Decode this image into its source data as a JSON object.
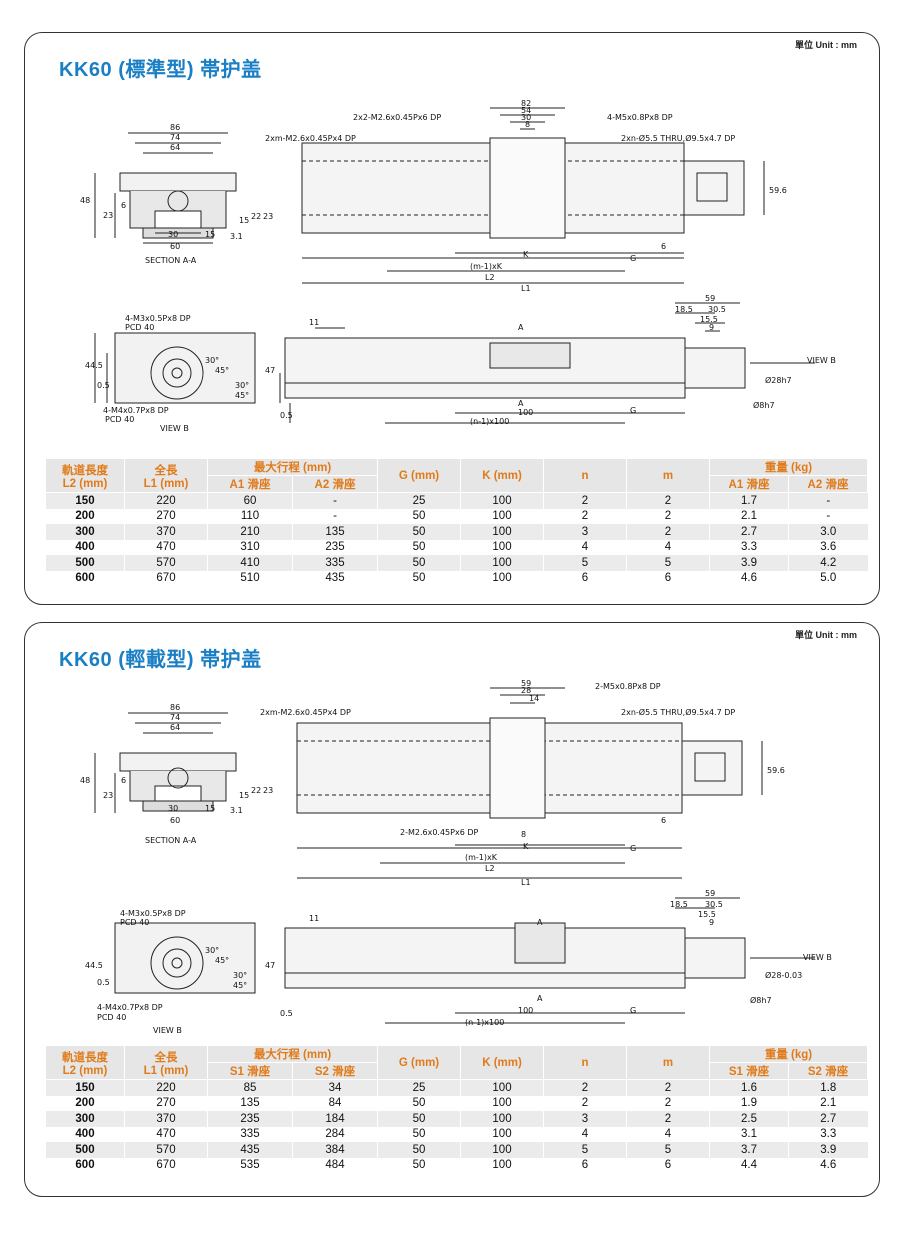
{
  "standard": {
    "unit": "單位 Unit : mm",
    "title": "KK60 (標準型) 帯护盖",
    "labels": {
      "section": "SECTION A-A",
      "view_b": "VIEW B",
      "view_b_arrow": "VIEW B",
      "hole1": "2x2-M2.6x0.45Px6 DP",
      "hole2": "2xm-M2.6x0.45Px4 DP",
      "hole3": "4-M5x0.8Px8 DP",
      "hole4": "2xn-Ø5.5 THRU,Ø9.5x4.7 DP",
      "m3": "4-M3x0.5Px8 DP",
      "pcd1": "PCD 40",
      "m4": "4-M4x0.7Px8 DP",
      "pcd2": "PCD 40",
      "d86": "86",
      "d74": "74",
      "d64": "64",
      "d48": "48",
      "d23": "23",
      "d6": "6",
      "d30": "30",
      "d15": "15",
      "d60": "60",
      "d31": "3.1",
      "d15b": "15",
      "d22": "22",
      "d23b": "23",
      "d82": "82",
      "d54": "54",
      "d30b": "30",
      "d8": "8",
      "k": "K",
      "g": "G",
      "mk": "(m-1)xK",
      "l2": "L2",
      "l1": "L1",
      "d596": "59.6",
      "d6b": "6",
      "d11": "11",
      "a": "A",
      "a2": "A",
      "d100": "100",
      "g2": "G",
      "nx100": "(n-1)x100",
      "d59": "59",
      "d185": "18.5",
      "d305": "30.5",
      "d155": "15.5",
      "d9": "9",
      "d445": "44.5",
      "d05": "0.5",
      "d47": "47",
      "d05b": "0.5",
      "d30d": "30°",
      "d45d": "45°",
      "d30e": "30°",
      "d45e": "45°",
      "d28": "Ø28h7",
      "d8h7": "Ø8h7"
    },
    "table": {
      "h_rail": "軌道長度",
      "h_rail2": "L2 (mm)",
      "h_total": "全長",
      "h_total2": "L1 (mm)",
      "h_stroke": "最大行程 (mm)",
      "h_s1": "A1 滑座",
      "h_s2": "A2 滑座",
      "h_g": "G (mm)",
      "h_k": "K (mm)",
      "h_n": "n",
      "h_m": "m",
      "h_weight": "重量 (kg)",
      "h_w1": "A1 滑座",
      "h_w2": "A2 滑座",
      "rows": [
        [
          "150",
          "220",
          "60",
          "-",
          "25",
          "100",
          "2",
          "2",
          "1.7",
          "-"
        ],
        [
          "200",
          "270",
          "110",
          "-",
          "50",
          "100",
          "2",
          "2",
          "2.1",
          "-"
        ],
        [
          "300",
          "370",
          "210",
          "135",
          "50",
          "100",
          "3",
          "2",
          "2.7",
          "3.0"
        ],
        [
          "400",
          "470",
          "310",
          "235",
          "50",
          "100",
          "4",
          "4",
          "3.3",
          "3.6"
        ],
        [
          "500",
          "570",
          "410",
          "335",
          "50",
          "100",
          "5",
          "5",
          "3.9",
          "4.2"
        ],
        [
          "600",
          "670",
          "510",
          "435",
          "50",
          "100",
          "6",
          "6",
          "4.6",
          "5.0"
        ]
      ]
    }
  },
  "light": {
    "unit": "單位 Unit : mm",
    "title": "KK60 (輕載型) 帯护盖",
    "labels": {
      "section": "SECTION A-A",
      "view_b": "VIEW B",
      "view_b_arrow": "VIEW B",
      "hole1": "2-M2.6x0.45Px6 DP",
      "hole2": "2xm-M2.6x0.45Px4 DP",
      "hole3": "2-M5x0.8Px8 DP",
      "hole4": "2xn-Ø5.5 THRU,Ø9.5x4.7 DP",
      "m3": "4-M3x0.5Px8 DP",
      "pcd1": "PCD 40",
      "m4": "4-M4x0.7Px8 DP",
      "pcd2": "PCD 40",
      "d86": "86",
      "d74": "74",
      "d64": "64",
      "d48": "48",
      "d23": "23",
      "d6": "6",
      "d30": "30",
      "d15": "15",
      "d60": "60",
      "d31": "3.1",
      "d15b": "15",
      "d22": "22",
      "d23b": "23",
      "d82": "59",
      "d54": "28",
      "d30b": "14",
      "d8": "8",
      "k": "K",
      "g": "G",
      "mk": "(m-1)xK",
      "l2": "L2",
      "l1": "L1",
      "d596": "59.6",
      "d6b": "6",
      "d11": "11",
      "a": "A",
      "a2": "A",
      "d100": "100",
      "g2": "G",
      "nx100": "(n-1)x100",
      "d59": "59",
      "d185": "18.5",
      "d305": "30.5",
      "d155": "15.5",
      "d9": "9",
      "d445": "44.5",
      "d05": "0.5",
      "d47": "47",
      "d05b": "0.5",
      "d30d": "30°",
      "d45d": "45°",
      "d30e": "30°",
      "d45e": "45°",
      "d28": "Ø28-0.03",
      "d8h7": "Ø8h7"
    },
    "table": {
      "h_rail": "軌道長度",
      "h_rail2": "L2 (mm)",
      "h_total": "全長",
      "h_total2": "L1 (mm)",
      "h_stroke": "最大行程 (mm)",
      "h_s1": "S1 滑座",
      "h_s2": "S2 滑座",
      "h_g": "G (mm)",
      "h_k": "K (mm)",
      "h_n": "n",
      "h_m": "m",
      "h_weight": "重量 (kg)",
      "h_w1": "S1 滑座",
      "h_w2": "S2 滑座",
      "rows": [
        [
          "150",
          "220",
          "85",
          "34",
          "25",
          "100",
          "2",
          "2",
          "1.6",
          "1.8"
        ],
        [
          "200",
          "270",
          "135",
          "84",
          "50",
          "100",
          "2",
          "2",
          "1.9",
          "2.1"
        ],
        [
          "300",
          "370",
          "235",
          "184",
          "50",
          "100",
          "3",
          "2",
          "2.5",
          "2.7"
        ],
        [
          "400",
          "470",
          "335",
          "284",
          "50",
          "100",
          "4",
          "4",
          "3.1",
          "3.3"
        ],
        [
          "500",
          "570",
          "435",
          "384",
          "50",
          "100",
          "5",
          "5",
          "3.7",
          "3.9"
        ],
        [
          "600",
          "670",
          "535",
          "484",
          "50",
          "100",
          "6",
          "6",
          "4.4",
          "4.6"
        ]
      ]
    }
  }
}
